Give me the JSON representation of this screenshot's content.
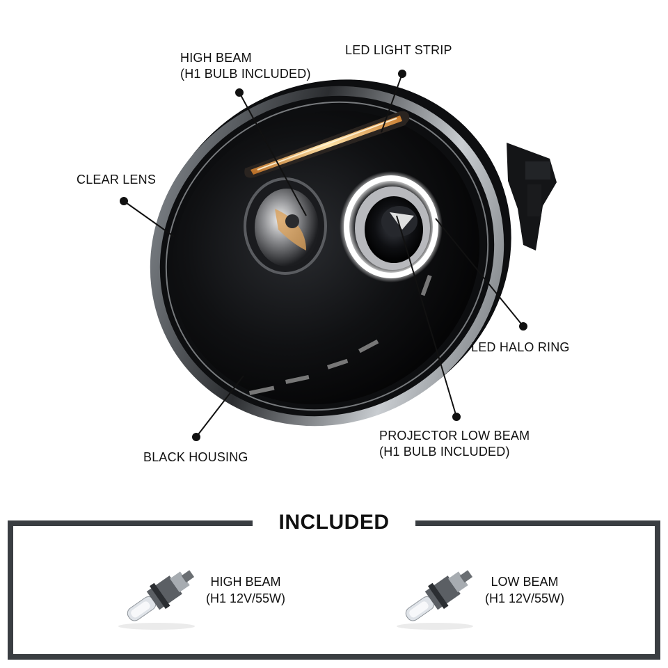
{
  "callouts": {
    "high_beam": [
      "HIGH BEAM",
      "(H1 BULB INCLUDED)"
    ],
    "led_strip": "LED LIGHT STRIP",
    "clear_lens": "CLEAR LENS",
    "led_halo": "LED HALO RING",
    "black_housing": "BLACK HOUSING",
    "projector_low": [
      "PROJECTOR LOW BEAM",
      "(H1 BULB INCLUDED)"
    ]
  },
  "included": {
    "title": "INCLUDED",
    "items": [
      {
        "name": "HIGH BEAM",
        "spec": "(H1 12V/55W)"
      },
      {
        "name": "LOW BEAM",
        "spec": "(H1 12V/55W)"
      }
    ]
  },
  "colors": {
    "frame": "#3a3e42",
    "housing": "#0b0b0c",
    "led_glow": "#f3a34a",
    "halo": "#ffffff"
  }
}
